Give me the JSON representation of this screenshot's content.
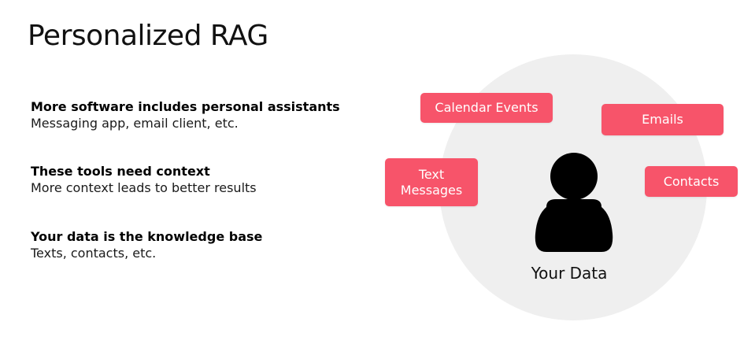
{
  "slide": {
    "title": "Personalized RAG",
    "points": [
      {
        "heading": "More software includes personal assistants",
        "detail": "Messaging app, email client, etc."
      },
      {
        "heading": "These tools need context",
        "detail": "More context leads to better results"
      },
      {
        "heading": "Your data is the knowledge base",
        "detail": "Texts, contacts, etc."
      }
    ]
  },
  "diagram": {
    "center_label": "Your Data",
    "center_icon": "person-icon",
    "tags": {
      "calendar": "Calendar Events",
      "emails": "Emails",
      "text_line1": "Text",
      "text_line2": "Messages",
      "contacts": "Contacts"
    }
  },
  "colors": {
    "tag_background": "#f7546a",
    "circle_background": "#efefef",
    "text": "#0b0b0b"
  }
}
